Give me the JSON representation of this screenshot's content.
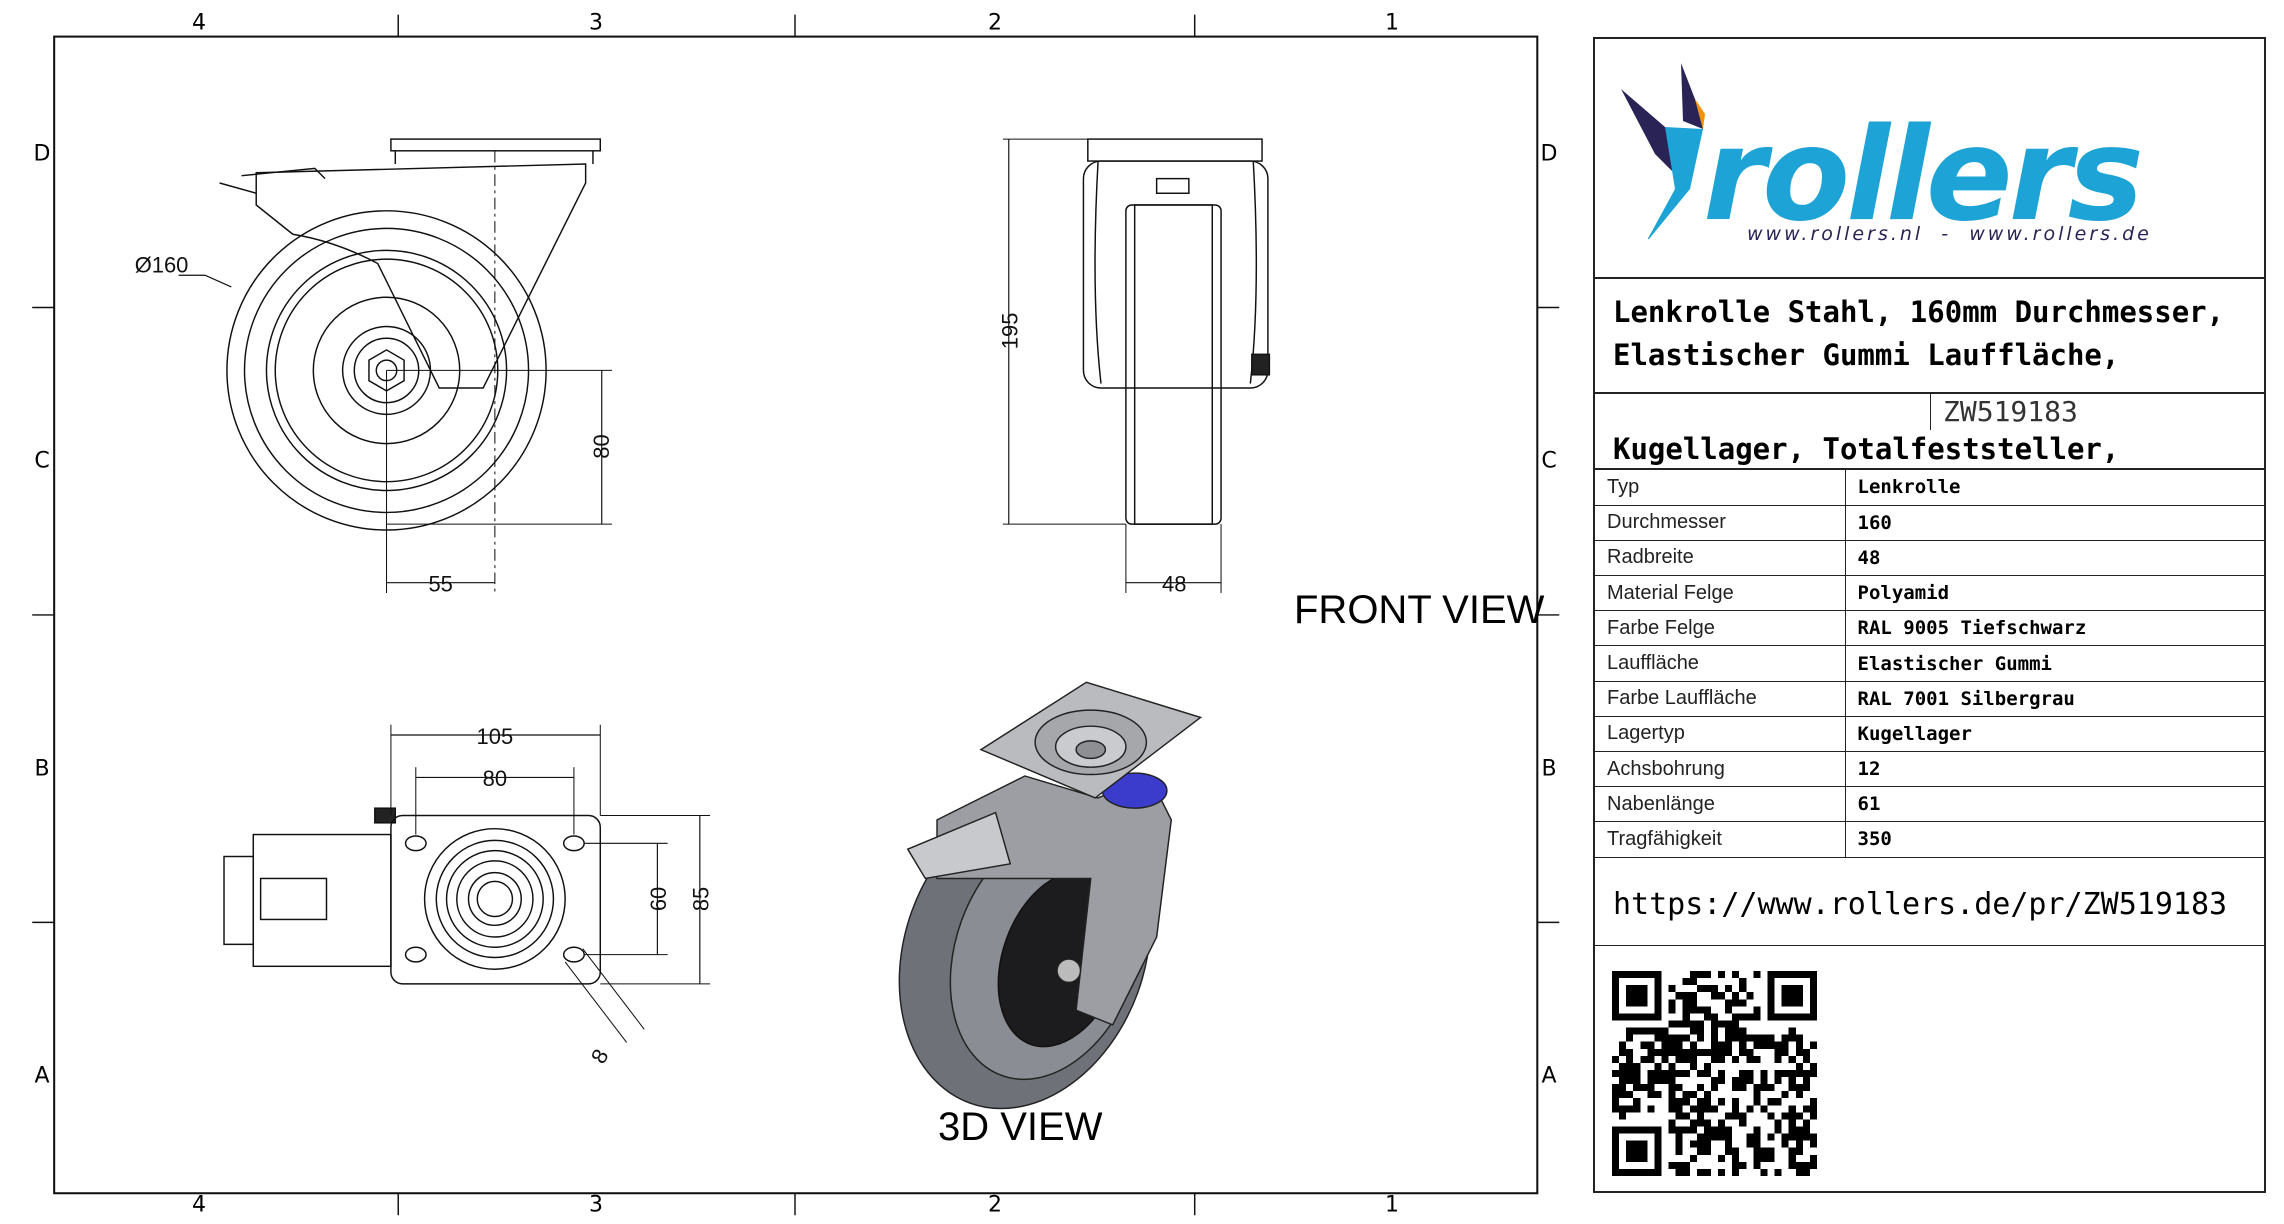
{
  "zones": {
    "columns": [
      "4",
      "3",
      "2",
      "1"
    ],
    "rows": [
      "D",
      "C",
      "B",
      "A"
    ]
  },
  "views": {
    "front_view_label": "FRONT VIEW",
    "view_3d_label": "3D VIEW"
  },
  "dimensions": {
    "side": {
      "diameter": "Ø160",
      "axle_height": "80",
      "offset": "55"
    },
    "front": {
      "height": "195",
      "width": "48"
    },
    "top": {
      "plate_length": "105",
      "hole_spacing_length": "80",
      "hole_spacing_width": "60",
      "plate_width": "85",
      "hole_diameter": "8"
    }
  },
  "title_block": {
    "logo_text": "rollers",
    "logo_urls": "www.rollers.nl  -  www.rollers.de",
    "title_line1": "Lenkrolle Stahl, 160mm Durchmesser,",
    "title_line2": "Elastischer Gummi Lauffläche,",
    "title_line3": "Kugellager, Totalfeststeller,",
    "article_code": "ZW519183",
    "specs": [
      {
        "key": "Typ",
        "value": "Lenkrolle"
      },
      {
        "key": "Durchmesser",
        "value": "160"
      },
      {
        "key": "Radbreite",
        "value": "48"
      },
      {
        "key": "Material Felge",
        "value": "Polyamid"
      },
      {
        "key": "Farbe Felge",
        "value": "RAL 9005 Tiefschwarz"
      },
      {
        "key": "Lauffläche",
        "value": "Elastischer Gummi"
      },
      {
        "key": "Farbe Lauffläche",
        "value": "RAL 7001 Silbergrau"
      },
      {
        "key": "Lagertyp",
        "value": "Kugellager"
      },
      {
        "key": "Achsbohrung",
        "value": "12"
      },
      {
        "key": "Nabenlänge",
        "value": "61"
      },
      {
        "key": "Tragfähigkeit",
        "value": "350"
      }
    ],
    "url": "https://www.rollers.de/pr/ZW519183"
  },
  "colors": {
    "brand_blue": "#1ea3d6",
    "brand_navy": "#2a2456",
    "brand_orange": "#f39200"
  }
}
